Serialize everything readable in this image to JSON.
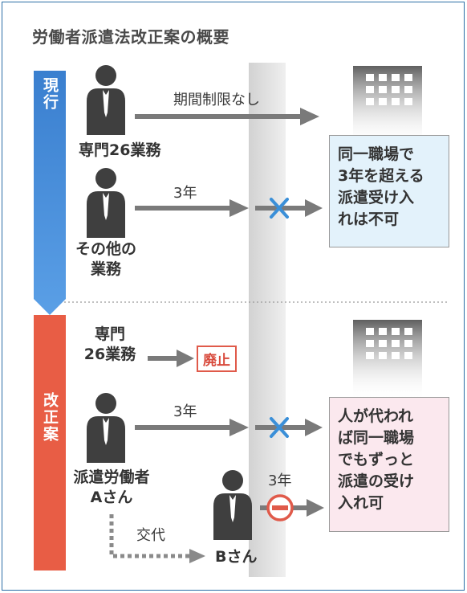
{
  "title": "労働者派遣法改正案の概要",
  "sections": {
    "current": {
      "label": "現行",
      "color": "#3a7fcf"
    },
    "proposed": {
      "label": "改正案",
      "color": "#e85d45"
    }
  },
  "current": {
    "worker1_label": "専門26業務",
    "arrow1_label": "期間制限なし",
    "worker2_label_line1": "その他の",
    "worker2_label_line2": "業務",
    "arrow2_label": "3年",
    "box_lines": [
      "同一職場で",
      "3年を超える",
      "派遣受け入",
      "れは不可"
    ]
  },
  "proposed": {
    "abolished_label_line1": "専門",
    "abolished_label_line2": "26業務",
    "abolished_badge": "廃止",
    "workerA_label_line1": "派遣労働者",
    "workerA_label_line2": "Aさん",
    "arrow_label": "3年",
    "workerB_label": "Bさん",
    "arrowB_label": "3年",
    "swap_label": "交代",
    "box_lines": [
      "人が代われ",
      "ば同一職場",
      "でもずっと",
      "派遣の受け",
      "入れ可"
    ]
  },
  "colors": {
    "arrow": "#7a7a7a",
    "cross": "#3a8fd8",
    "no_entry": "#e05a4a",
    "divider_band": "#dcdcdc",
    "building": "#6e6e6e"
  }
}
